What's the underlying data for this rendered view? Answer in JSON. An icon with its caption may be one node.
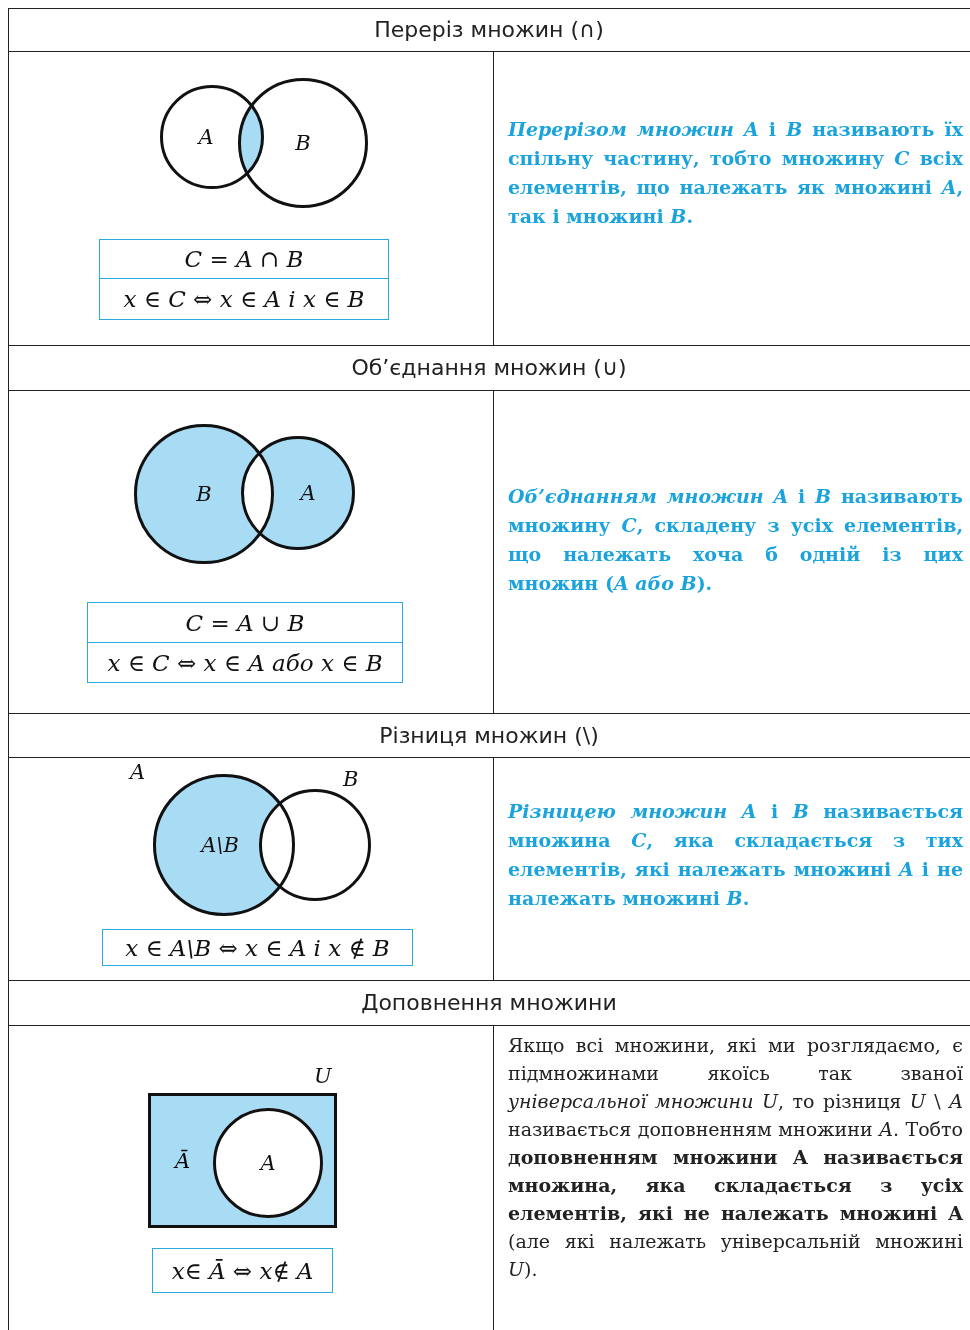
{
  "diagram": {
    "nodes": [
      {
        "text": [
          "A"
        ]
      },
      {
        "text": [
          "B"
        ]
      },
      {
        "text": [
          "C = A ∩ B",
          "x ∈ C ⇔ x ∈ A і x ∈ B"
        ]
      },
      {
        "text": [
          "B"
        ]
      },
      {
        "text": [
          "A"
        ]
      },
      {
        "text": [
          "C = A ∪ B",
          "x ∈ C ⇔ x ∈ A або x ∈ B"
        ]
      },
      {
        "text": [
          "A\\B"
        ],
        "beside": [
          "A"
        ]
      },
      {
        "text": [],
        "shape": "circle",
        "beside": [
          "B"
        ]
      },
      {
        "text": [
          "x ∈ A\\B ⇔ x ∈ A і x ∉ B"
        ]
      },
      {
        "text": [
          "Ā"
        ],
        "beside": [
          "U"
        ]
      },
      {
        "text": [
          "A"
        ],
        "in": 9
      },
      {
        "text": [
          "x∈ Ā ⇔ x∉ A"
        ]
      }
    ],
    "labels": [
      "Переріз множин (∩)",
      "*Перерізом множин A* і *B* називають їх спільну частину, тобто множину *C* всіх елементів, що належать як множині *A*, так і множині *B*.",
      "Об’єднання множин (∪)",
      "*Об’єднанням множин A* і *B* називають множину *C*, складену з усіх елементів, що належать хоча б одній із цих множин (*A або B*).",
      "Різниця множин (\\)",
      "*Різницею множин A* і *B* називається множина *C*, яка складається з тих елементів, які належать множині *A* і не належать множині *B*.",
      "Доповнення множини",
      "Якщо всі множини, які ми розглядаємо, є підмножинами якоїсь так званої *універсальної множини U*, то різниця *U* \\ *A* називається доповненням множини *A*. Тобто **доповненням множини A називається множина, яка складається з усіх елементів, які не належать множині A** (але які належать універсальній множині *U*)."
    ]
  }
}
